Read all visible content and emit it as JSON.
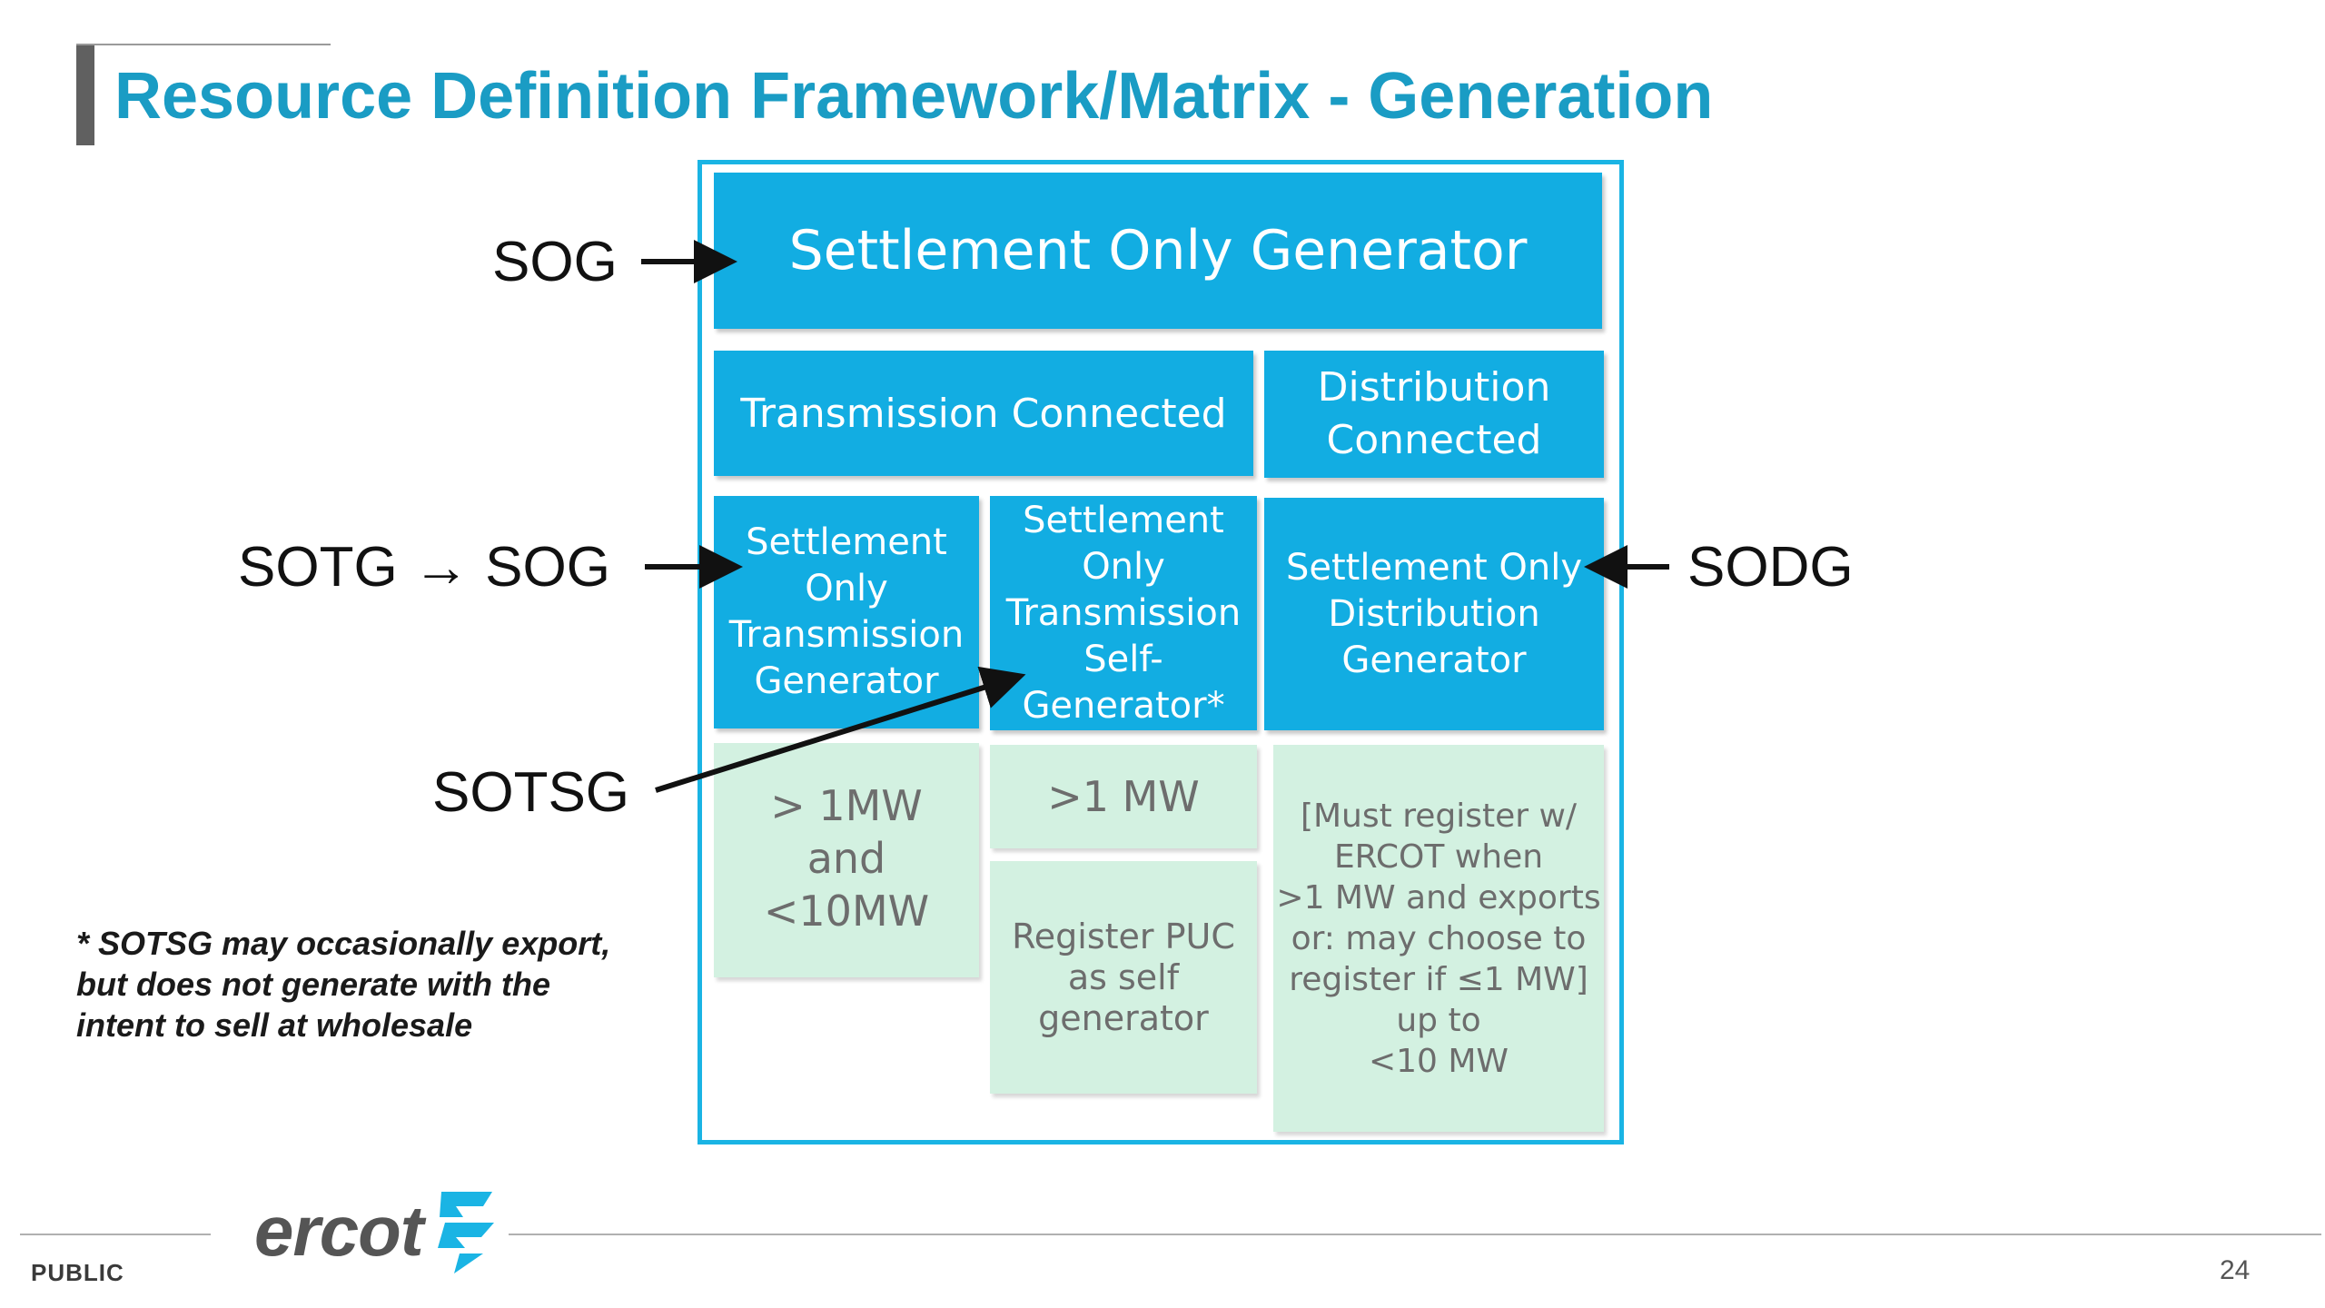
{
  "title": "Resource Definition Framework/Matrix - Generation",
  "matrix": {
    "top": "Settlement Only Generator",
    "transmission_connected": "Transmission Connected",
    "distribution_connected": [
      "Distribution",
      "Connected"
    ],
    "sotg": [
      "Settlement",
      "Only",
      "Transmission",
      "Generator"
    ],
    "sotsg": [
      "Settlement",
      "Only",
      "Transmission",
      "Self-",
      "Generator*"
    ],
    "sodg": [
      "Settlement Only",
      "Distribution",
      "Generator"
    ],
    "sotg_size": [
      "> 1MW",
      "and",
      "<10MW"
    ],
    "sotsg_size": ">1 MW",
    "sotsg_registration": [
      "Register PUC",
      "as self",
      "generator"
    ],
    "sodg_registration": [
      "[Must register w/",
      "ERCOT when",
      ">1 MW and exports",
      "or: may choose to",
      "register if ≤1 MW]",
      "up to",
      "<10 MW"
    ]
  },
  "labels": {
    "sog": "SOG",
    "sotg": "SOTG → SOG",
    "sodg": "SODG",
    "sotsg": "SOTSG"
  },
  "footnote": [
    "* SOTSG may occasionally export,",
    "but does not generate with the",
    "intent to sell at wholesale"
  ],
  "footer": {
    "classification": "PUBLIC",
    "logo_text": "ercot",
    "page_number": "24"
  },
  "colors": {
    "title": "#1a9cc4",
    "blue_cell": "#12ade2",
    "green_cell": "#d3f1e1",
    "frame": "#1ab4e4"
  },
  "icons": {
    "logo": "ercot-logo-icon",
    "arrows": "arrow-right-icon"
  }
}
